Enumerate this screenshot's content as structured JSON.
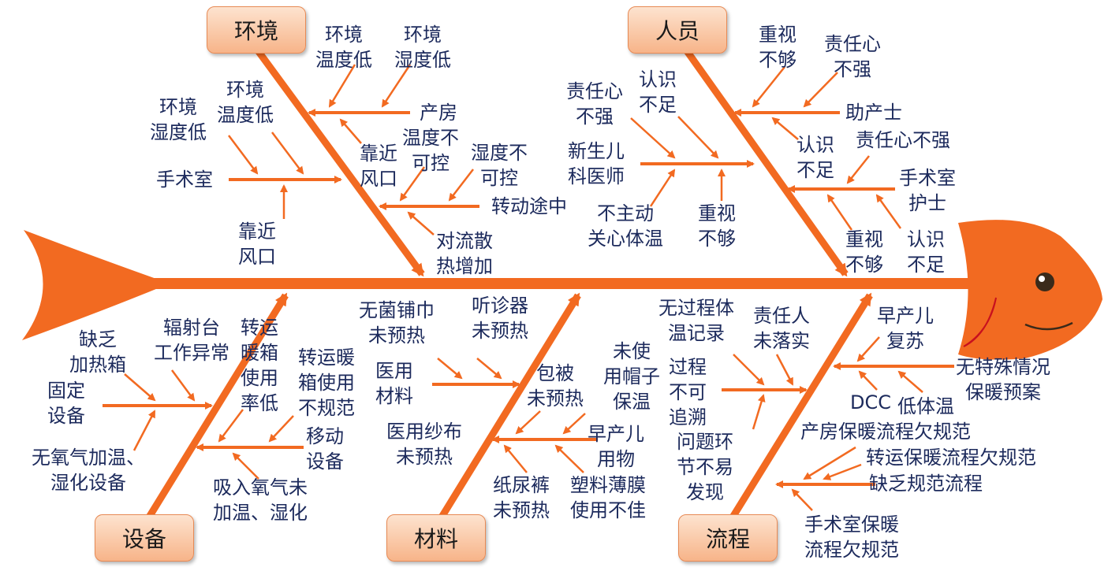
{
  "categories": {
    "environment": "环境",
    "people": "人员",
    "equipment": "设备",
    "materials": "材料",
    "process": "流程"
  },
  "environment": {
    "env_temp_low_a": "环境\n温度低",
    "env_humidity_low_a": "环境\n湿度低",
    "delivery_room": "产房",
    "delivery_room_temp_uncontrol": "温度不\n可控",
    "near_vent_a": "靠近\n风口",
    "env_temp_low_b": "环境\n温度低",
    "env_humidity_low_b": "环境\n湿度低",
    "operating_room": "手术室",
    "near_vent_b": "靠近\n风口",
    "humidity_uncontrol": "湿度不\n可控",
    "in_transit": "转动途中",
    "convection": "对流散\n热增加"
  },
  "people": {
    "neglect_a": "重视\n不够",
    "resp_weak_a": "责任心\n不强",
    "midwife": "助产士",
    "resp_weak_b": "责任心\n不强",
    "aware_low_a": "认识\n不足",
    "neonatologist": "新生儿\n科医师",
    "not_proactive": "不主动\n关心体温",
    "neglect_b": "重视\n不够",
    "aware_low_b": "认识\n不足",
    "resp_weak_c": "责任心不强",
    "or_nurse": "手术室\n护士",
    "neglect_c": "重视\n不够",
    "aware_low_c": "认识\n不足"
  },
  "equipment": {
    "lack_warmer": "缺乏\n加热箱",
    "warmer_fault": "辐射台\n工作异常",
    "transport_low_use": "转运\n暖箱\n使用\n率低",
    "transport_misuse": "转运暖\n箱使用\n不规范",
    "fixed": "固定\n设备",
    "mobile": "移动\n设备",
    "no_o2_warm": "无氧气加温、\n湿化设备",
    "o2_not_warm": "吸入氧气未\n加温、湿化"
  },
  "materials": {
    "drape_not_prewarm": "无菌铺巾\n未预热",
    "stetho_not_prewarm": "听诊器\n未预热",
    "medical_materials": "医用\n材料",
    "wrap_not_prewarm": "包被\n未预热",
    "no_hat": "未使\n用帽子\n保温",
    "gauze_not_prewarm": "医用纱布\n未预热",
    "preterm_supplies": "早产儿\n用物",
    "diaper_not_prewarm": "纸尿裤\n未预热",
    "plastic_film_misuse": "塑料薄膜\n使用不佳"
  },
  "process": {
    "no_temp_record": "无过程体\n温记录",
    "no_owner": "责任人\n未落实",
    "preterm_resus": "早产儿\n复苏",
    "not_traceable": "过程\n不可\n追溯",
    "no_special_plan": "无特殊情况\n保暖预案",
    "dcc": "DCC",
    "hypothermia": "低体温",
    "hard_to_find": "问题环\n节不易\n发现",
    "delivery_proc": "产房保暖流程欠规范",
    "transport_proc": "转运保暖流程欠规范",
    "lack_proc": "缺乏规范流程",
    "or_proc": "手术室保暖\n流程欠规范"
  },
  "colors": {
    "bone": "#f26a21",
    "text": "#1c2a5c",
    "eye": "#3a2a1a",
    "mouth": "#c8101e"
  }
}
